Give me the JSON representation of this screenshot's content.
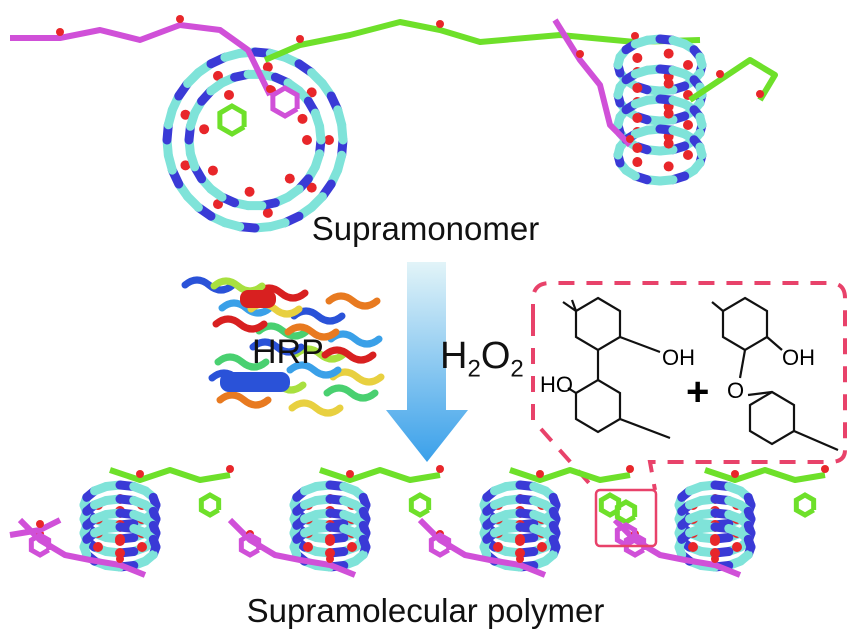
{
  "labels": {
    "supramonomer": "Supramonomer",
    "enzyme": "HRP",
    "oxidant_main": "H",
    "oxidant_sub1": "2",
    "oxidant_o": "O",
    "oxidant_sub2": "2",
    "polymer": "Supramolecular polymer"
  },
  "chemistry": {
    "oh_1": "OH",
    "ho_1": "HO",
    "oh_2": "OH",
    "o_bridge": "O",
    "plus": "+"
  },
  "colors": {
    "host_tube": "#7fe3d9",
    "host_n": "#3a3ad6",
    "oxygen": "#e8262a",
    "guest_magenta": "#d050d8",
    "guest_green": "#6ee02a",
    "dash_box": "#e8426a",
    "arrow_top": "#d8f0f8",
    "arrow_bottom": "#3aa0ea"
  }
}
